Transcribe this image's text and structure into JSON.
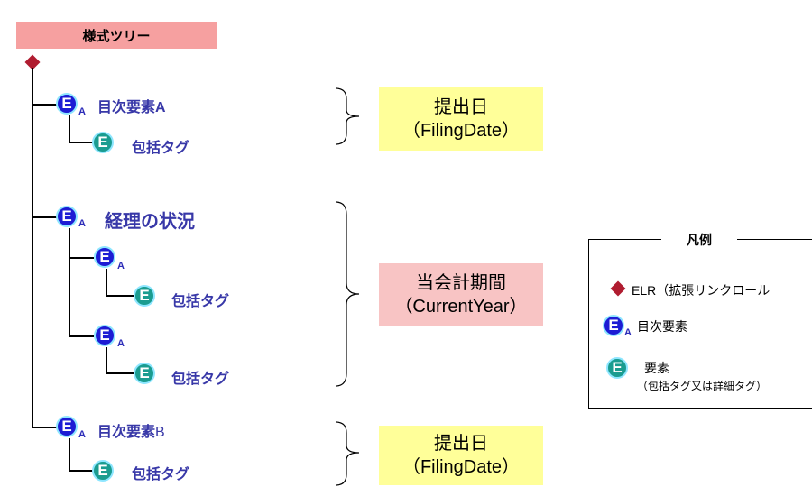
{
  "header": {
    "title": "様式ツリー"
  },
  "tree": {
    "group1": {
      "toc_label": "目次要素A",
      "child_label": "包括タグ",
      "period_name": "提出日",
      "period_id": "（FilingDate）"
    },
    "group2": {
      "toc_label": "経理の状況",
      "child1_label": "包括タグ",
      "child2_label": "包括タグ",
      "period_name": "当会計期間",
      "period_id": "（CurrentYear）"
    },
    "group3": {
      "toc_label_bold": "目次要素",
      "toc_label_suffix": "B",
      "child_label": "包括タグ",
      "period_name": "提出日",
      "period_id": "（FilingDate）"
    }
  },
  "badge": {
    "letter": "E",
    "sub": "A"
  },
  "legend": {
    "title": "凡例",
    "elr_label": "ELR（拡張リンクロール",
    "toc_label": "目次要素",
    "element_label": "要素",
    "element_note": "（包括タグ又は詳細タグ）"
  },
  "colors": {
    "header_bg": "#f6a0a0",
    "yellow_box": "#ffff99",
    "pink_box": "#f8c4c4",
    "diamond": "#b01c30",
    "blue_badge": "#1c1cd4",
    "teal_badge": "#1a9c90",
    "label_text": "#3838a8"
  }
}
